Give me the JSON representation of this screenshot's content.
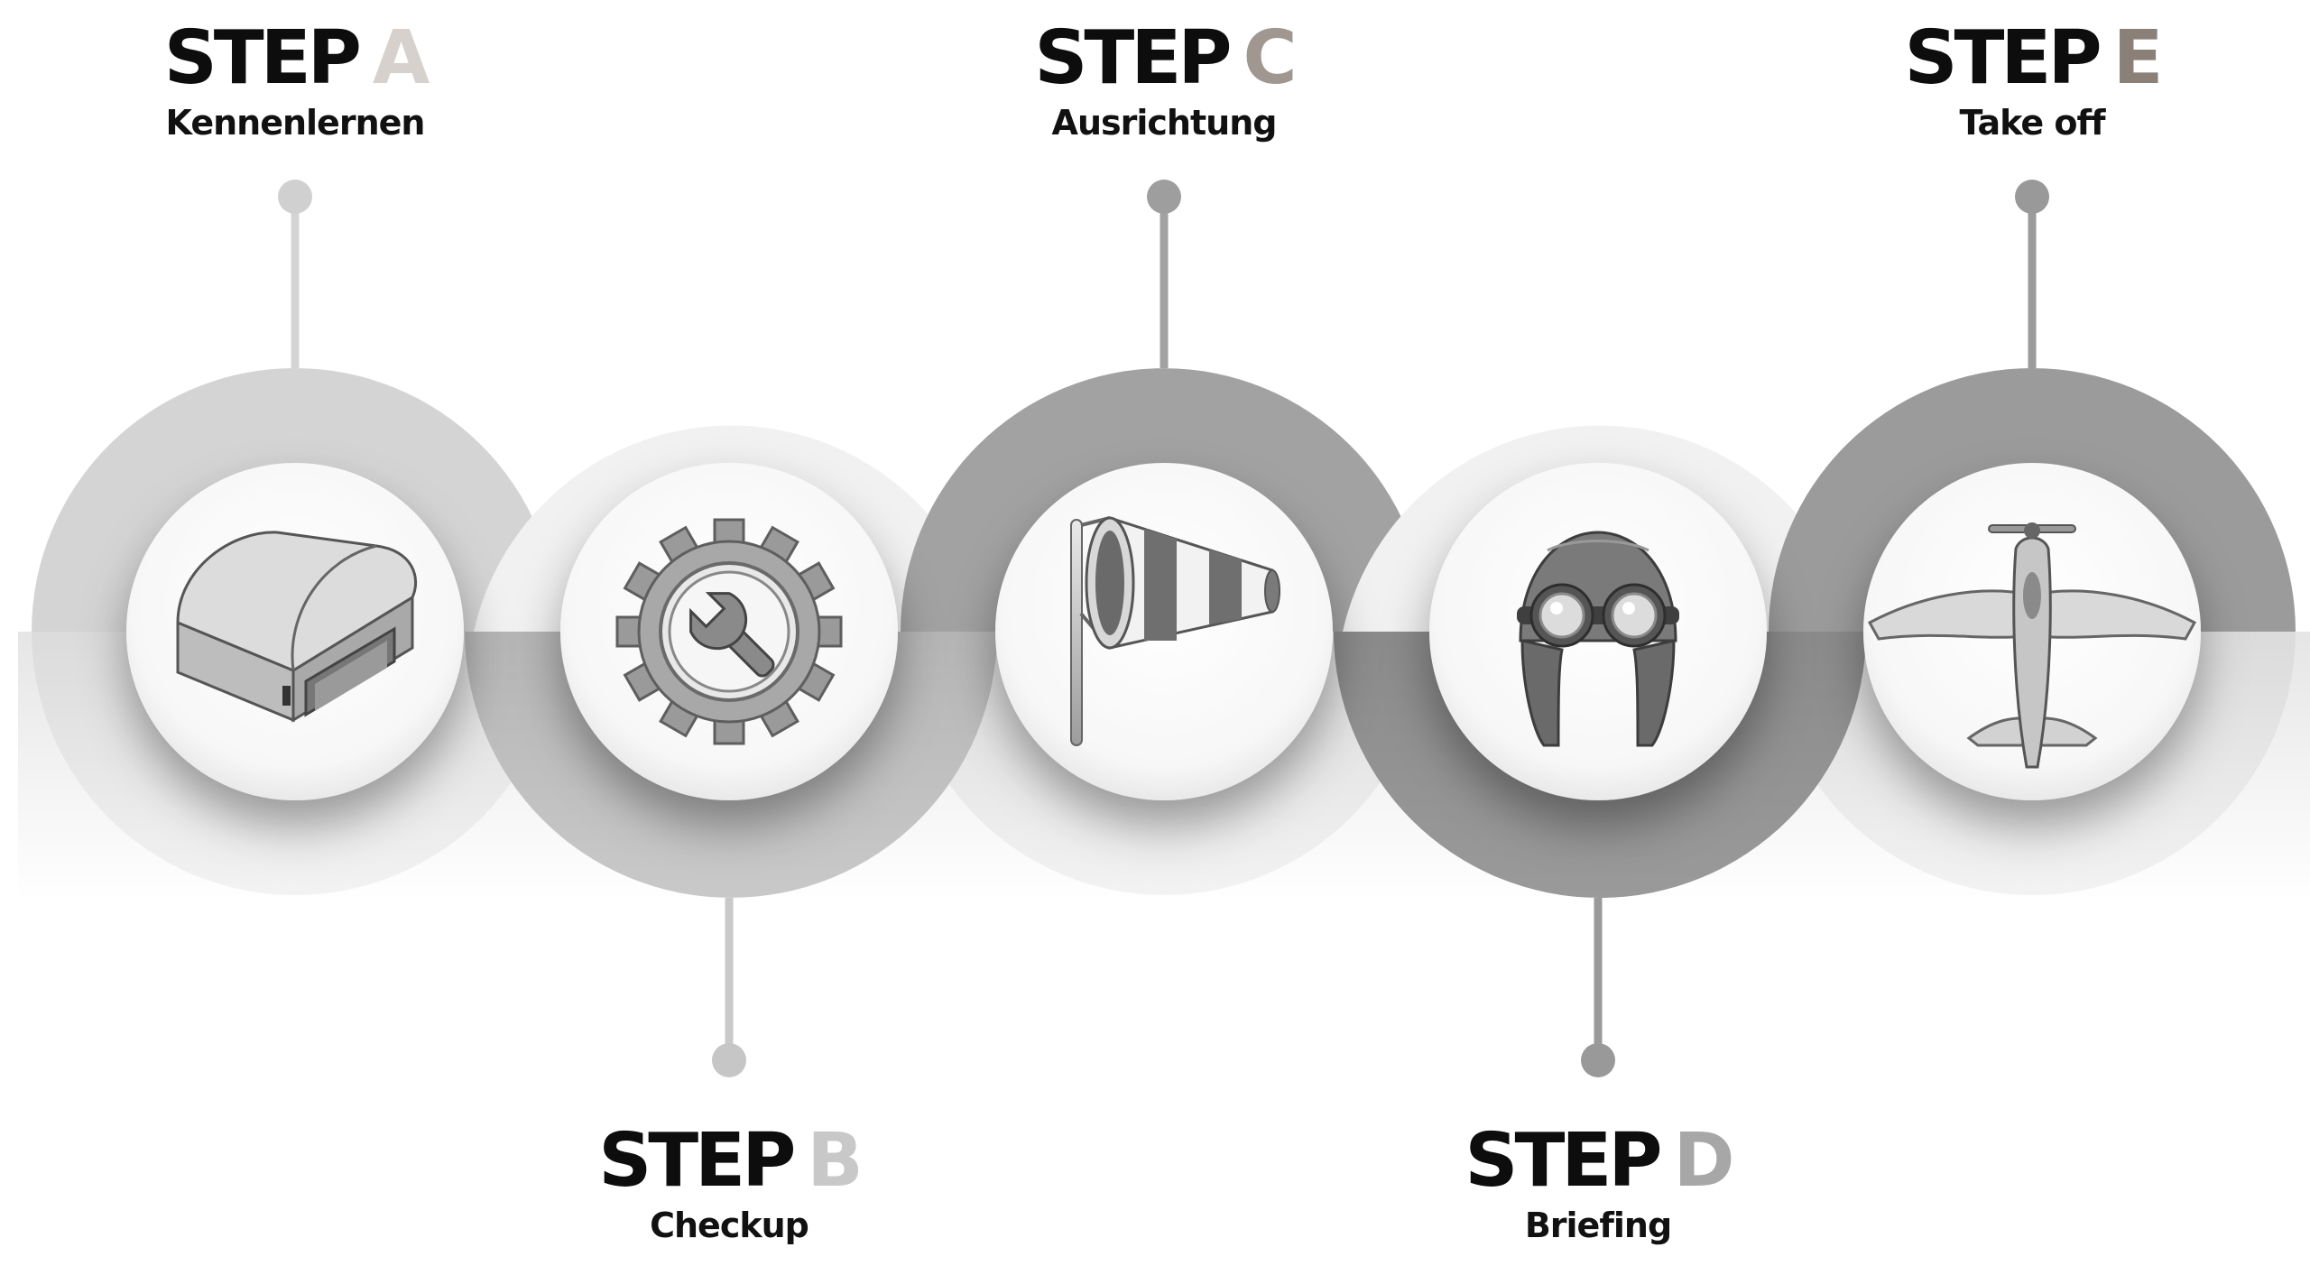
{
  "steps": [
    {
      "word": "STEP",
      "letter": "A",
      "label": "Kennenlernen",
      "icon": "hangar-icon",
      "position": "top",
      "accent": "#d6d1cc",
      "ring": "#d4d4d4"
    },
    {
      "word": "STEP",
      "letter": "B",
      "label": "Checkup",
      "icon": "gear-wrench-icon",
      "position": "bottom",
      "accent": "#c8c8c8",
      "ring": "#c9c9c9"
    },
    {
      "word": "STEP",
      "letter": "C",
      "label": "Ausrichtung",
      "icon": "windsock-icon",
      "position": "top",
      "accent": "#a09890",
      "ring": "#a2a2a2"
    },
    {
      "word": "STEP",
      "letter": "D",
      "label": "Briefing",
      "icon": "pilot-helmet-icon",
      "position": "bottom",
      "accent": "#a7a7a7",
      "ring": "#9a9a9a"
    },
    {
      "word": "STEP",
      "letter": "E",
      "label": "Take off",
      "icon": "airplane-icon",
      "position": "top",
      "accent": "#8a8078",
      "ring": "#9b9b9b"
    }
  ]
}
